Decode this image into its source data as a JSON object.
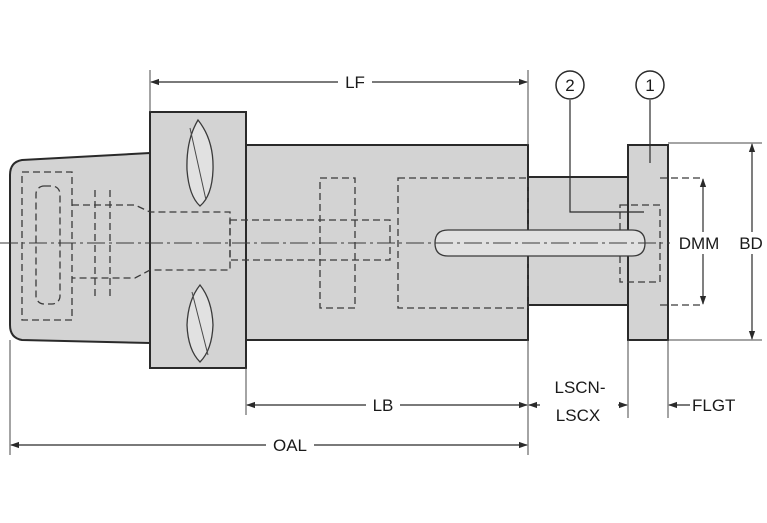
{
  "dimensions": {
    "lf": "LF",
    "lb": "LB",
    "oal": "OAL",
    "lscn": "LSCN-",
    "lscx": "LSCX",
    "flgt": "FLGT",
    "dmm": "DMM",
    "bd": "BD"
  },
  "callouts": {
    "one": "1",
    "two": "2"
  },
  "colors": {
    "body_fill": "#d3d3d3",
    "outline": "#2a2a2a",
    "background": "#ffffff"
  }
}
